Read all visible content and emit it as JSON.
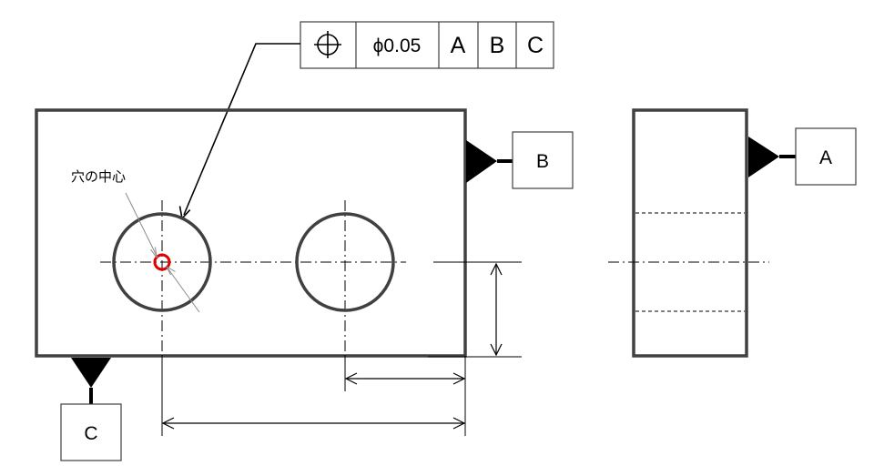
{
  "frame": {
    "position_symbol": "position-icon",
    "tolerance": "ϕ0.05",
    "datums": [
      "A",
      "B",
      "C"
    ]
  },
  "datum_labels": {
    "a": "A",
    "b": "B",
    "c": "C"
  },
  "annotation": {
    "hole_center": "穴の中心"
  },
  "colors": {
    "outline": "#404040",
    "line": "#000000",
    "highlight": "#e00000",
    "leader_gray": "#8a8a8a"
  }
}
